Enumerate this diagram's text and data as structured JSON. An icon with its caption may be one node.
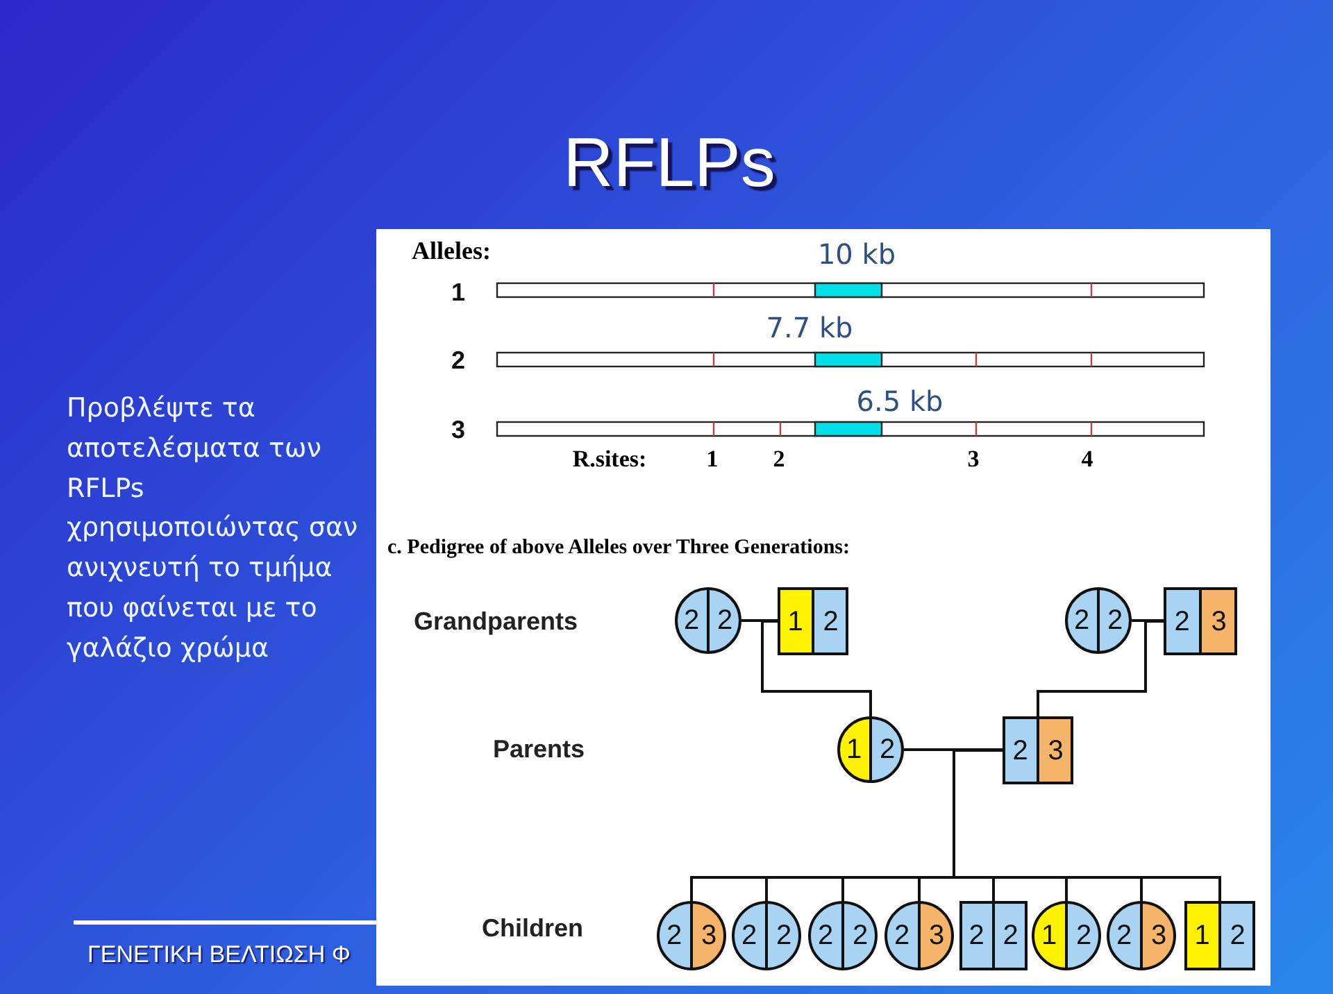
{
  "diagram": {
    "title": "RFLPs",
    "nodes": [
      {
        "text": [
          "2",
          "2"
        ]
      },
      {
        "text": [
          "1",
          "2"
        ]
      },
      {
        "text": [
          "2",
          "2"
        ]
      },
      {
        "text": [
          "2",
          "3"
        ]
      },
      {
        "text": [
          "1",
          "2"
        ]
      },
      {
        "text": [
          "2",
          "3"
        ]
      },
      {
        "text": [
          "2",
          "3"
        ]
      },
      {
        "text": [
          "2",
          "2"
        ]
      },
      {
        "text": [
          "2",
          "2"
        ]
      },
      {
        "text": [
          "2",
          "3"
        ]
      },
      {
        "text": [
          "2",
          "2"
        ]
      },
      {
        "text": [
          "1",
          "2"
        ]
      },
      {
        "text": [
          "2",
          "3"
        ]
      },
      {
        "text": [
          "1",
          "2"
        ]
      }
    ],
    "edges": [
      {
        "from": 0,
        "to": 1,
        "arrow": "none"
      },
      {
        "from": 2,
        "to": 3,
        "arrow": "none"
      },
      {
        "from": 4,
        "to": 5,
        "arrow": "none"
      },
      {
        "from": 0,
        "to": 4,
        "arrow": "none"
      },
      {
        "from": 1,
        "to": 4,
        "arrow": "none"
      },
      {
        "from": 2,
        "to": 5,
        "arrow": "none"
      },
      {
        "from": 3,
        "to": 5,
        "arrow": "none"
      },
      {
        "from": 4,
        "to": 6,
        "arrow": "none"
      },
      {
        "from": 5,
        "to": 6,
        "arrow": "none"
      },
      {
        "from": 4,
        "to": 7,
        "arrow": "none"
      },
      {
        "from": 5,
        "to": 7,
        "arrow": "none"
      },
      {
        "from": 4,
        "to": 8,
        "arrow": "none"
      },
      {
        "from": 5,
        "to": 8,
        "arrow": "none"
      },
      {
        "from": 4,
        "to": 9,
        "arrow": "none"
      },
      {
        "from": 5,
        "to": 9,
        "arrow": "none"
      },
      {
        "from": 4,
        "to": 10,
        "arrow": "none"
      },
      {
        "from": 5,
        "to": 10,
        "arrow": "none"
      },
      {
        "from": 4,
        "to": 11,
        "arrow": "none"
      },
      {
        "from": 5,
        "to": 11,
        "arrow": "none"
      },
      {
        "from": 4,
        "to": 12,
        "arrow": "none"
      },
      {
        "from": 5,
        "to": 12,
        "arrow": "none"
      },
      {
        "from": 4,
        "to": 13,
        "arrow": "none"
      },
      {
        "from": 5,
        "to": 13,
        "arrow": "none"
      }
    ],
    "labels": [
      "Προβλέψτε τα αποτελέσματα των RFLPs χρησιμοποιώντας σαν ανιχνευτή το τμήμα που φαίνεται με το γαλάζιο χρώμα",
      "Alleles:",
      "10 kb",
      "1",
      "7.7 kb",
      "2",
      "6.5 kb",
      "3",
      "R.sites:",
      "1",
      "2",
      "3",
      "4",
      "c. Pedigree of above Alleles over Three Generations:",
      "Grandparents",
      "Parents",
      "Children",
      "ΓΕΝΕΤΙΚΗ ΒΕΛΤΙΩΣΗ Φ"
    ]
  }
}
